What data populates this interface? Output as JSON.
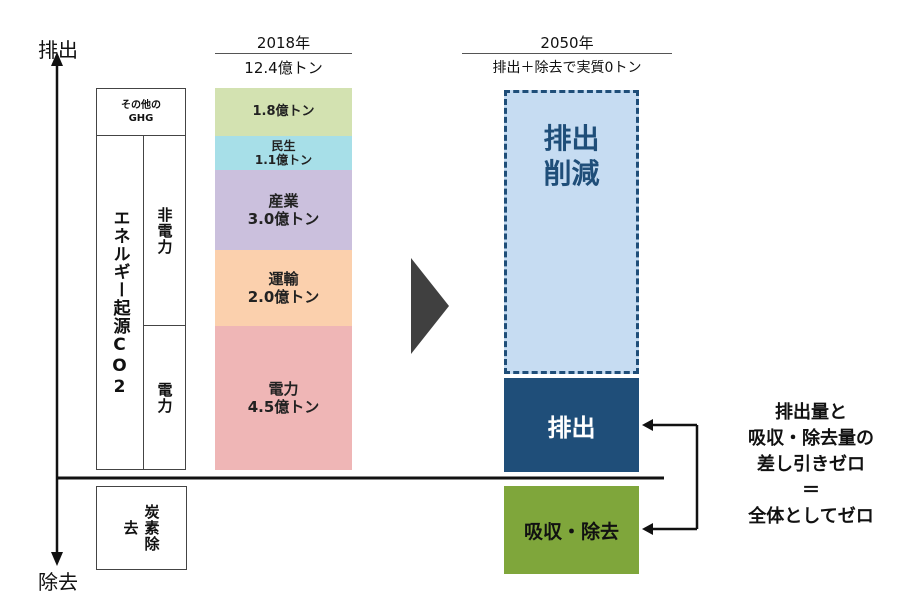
{
  "axis": {
    "top_label": "排出",
    "bottom_label": "除去"
  },
  "left_labels": {
    "other_ghg": "その他の\nGHG",
    "energy_co2": "エネルギー起源CO2",
    "non_power": "非電力",
    "power": "電力",
    "carbon_removal": "炭素除去"
  },
  "year2018": {
    "year": "2018年",
    "total": "12.4億トン",
    "segments": [
      {
        "key": "other",
        "label": "",
        "value": "1.8億トン",
        "color": "#d3e2b1"
      },
      {
        "key": "residential",
        "label": "民生",
        "value": "1.1億トン",
        "color": "#a7dfe8"
      },
      {
        "key": "industry",
        "label": "産業",
        "value": "3.0億トン",
        "color": "#cbc0dd"
      },
      {
        "key": "transport",
        "label": "運輸",
        "value": "2.0億トン",
        "color": "#fbd0ad"
      },
      {
        "key": "power",
        "label": "電力",
        "value": "4.5億トン",
        "color": "#efb6b6"
      }
    ]
  },
  "year2050": {
    "year": "2050年",
    "subtitle": "排出＋除去で実質0トン",
    "reduction_label": "排出\n削減",
    "emission_label": "排出",
    "removal_label": "吸収・除去"
  },
  "right_note": {
    "line1": "排出量と",
    "line2": "吸収・除去量の",
    "line3": "差し引きゼロ",
    "equals": "＝",
    "line4": "全体としてゼロ"
  },
  "colors": {
    "reduction_fill": "#c6dcf2",
    "reduction_border": "#1f4e79",
    "emission_fill": "#1f4e79",
    "removal_fill": "#7fa63b",
    "arrow_dark": "#1f4e79",
    "chevron": "#404040"
  }
}
